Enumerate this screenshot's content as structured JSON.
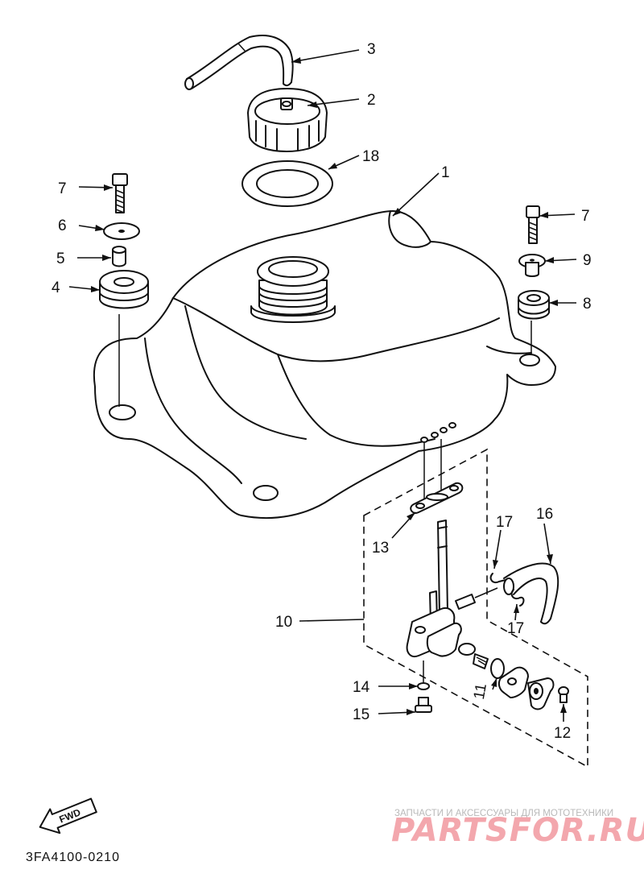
{
  "diagram": {
    "code": "3FA4100-0210",
    "fwd_label": "FWD",
    "callouts": {
      "c1": "1",
      "c2": "2",
      "c3": "3",
      "c4": "4",
      "c5": "5",
      "c6": "6",
      "c7a": "7",
      "c7b": "7",
      "c8": "8",
      "c9": "9",
      "c10": "10",
      "c11": "11",
      "c12": "12",
      "c13": "13",
      "c14": "14",
      "c15": "15",
      "c16": "16",
      "c17a": "17",
      "c17b": "17",
      "c18": "18"
    }
  },
  "watermark": {
    "caption": "ЗАПЧАСТИ И АКСЕССУАРЫ ДЛЯ МОТОТЕХНИКИ",
    "brand": "PARTSFOR.RU",
    "brand_color": "#f3a7ad"
  }
}
